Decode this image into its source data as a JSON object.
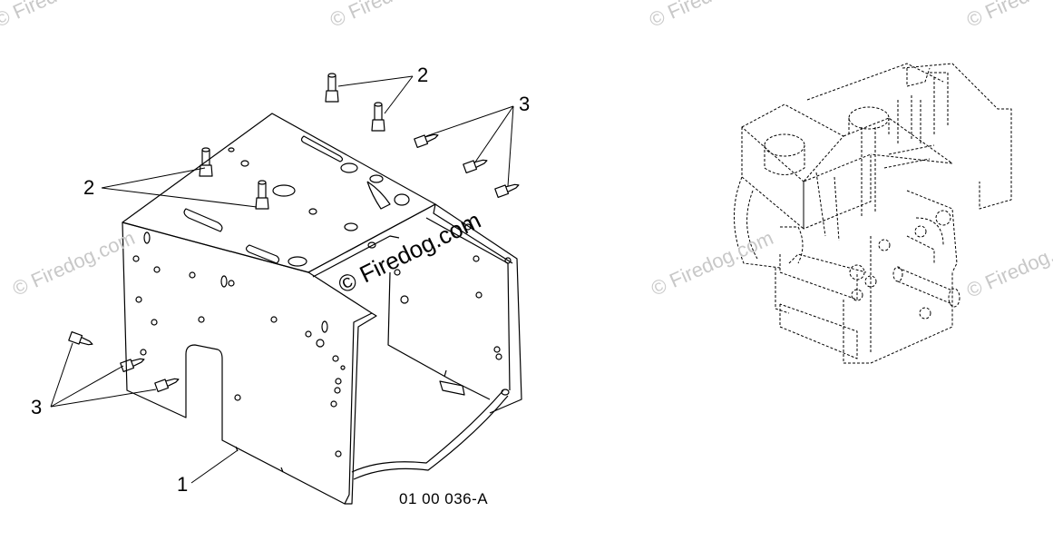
{
  "callouts": {
    "part_1": "1",
    "part_2_top": "2",
    "part_2_left": "2",
    "part_3_right": "3",
    "part_3_left": "3"
  },
  "drawing_number": "01 00 036-A",
  "watermark": {
    "text": "© Firedog.com",
    "main_text": "© Firedog.com"
  },
  "colors": {
    "line": "#000000",
    "watermark": "#c8c8c8",
    "background": "#ffffff"
  }
}
